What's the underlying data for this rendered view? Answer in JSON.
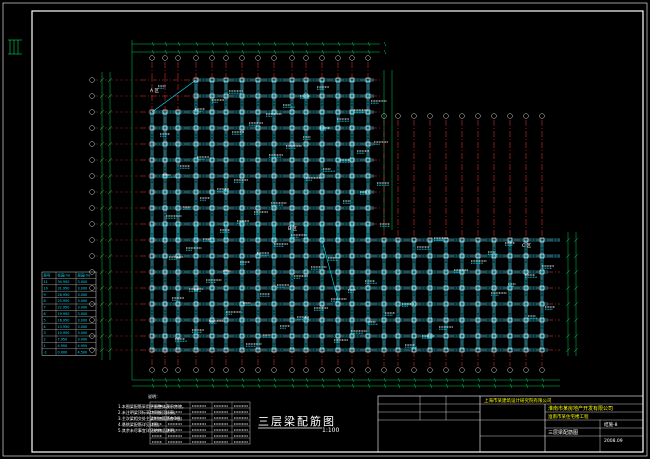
{
  "drawing": {
    "title": "三层梁配筋图",
    "scale": "1:100",
    "zone_labels": [
      "A 区",
      "B 区",
      "C 区"
    ]
  },
  "notes": {
    "heading": "说明：",
    "items": [
      "1.本图梁配筋采用平面整体表示方法。",
      "2.未注明梁顶标高均同板顶标高。",
      "3.主次梁相交处主梁附加箍筋各3根。",
      "4.悬挑梁配筋详见详图。",
      "5.其余未尽事宜详见结构总说明。"
    ]
  },
  "level_table": {
    "header": [
      "层号",
      "标高(m)",
      "层高(m)"
    ],
    "rows": [
      [
        "11",
        "34.950",
        "3.000"
      ],
      [
        "10",
        "31.950",
        "3.000"
      ],
      [
        "9",
        "28.950",
        "3.000"
      ],
      [
        "8",
        "25.950",
        "3.000"
      ],
      [
        "7",
        "22.950",
        "3.000"
      ],
      [
        "6",
        "19.950",
        "3.000"
      ],
      [
        "5",
        "16.950",
        "3.000"
      ],
      [
        "4",
        "13.950",
        "3.000"
      ],
      [
        "3",
        "10.950",
        "3.000"
      ],
      [
        "2",
        "7.950",
        "3.000"
      ],
      [
        "1",
        "4.950",
        "4.950"
      ],
      [
        "-1",
        "0.000",
        "4.500"
      ]
    ]
  },
  "title_block": {
    "design_unit": "上海市某建筑设计研究院有限公司",
    "client": "淮南市某房地产开发有限公司",
    "project": "淮南市某住宅楼工程",
    "sheet_name": "三层梁配筋图",
    "sheet_no": "结施-8",
    "date": "2008.09",
    "colors": {
      "frame": "#ffffff",
      "company": "#ffff00",
      "labels": "#00ff66"
    }
  },
  "colors": {
    "beam": "#00e5ff",
    "axis": "#ff3030",
    "column": "#ffffff",
    "dim": "#00ff66",
    "text": "#ffffff"
  }
}
